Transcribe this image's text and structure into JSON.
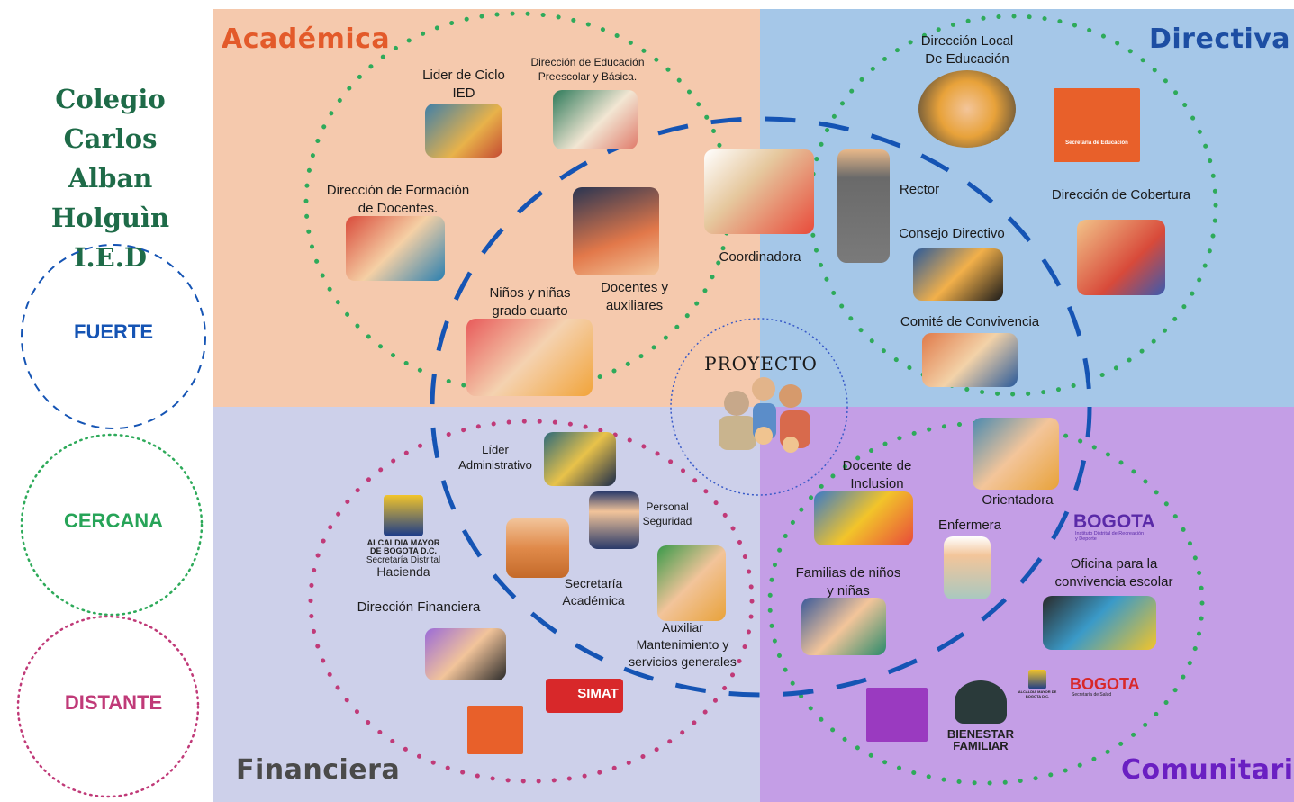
{
  "school": {
    "lines": [
      "Colegio",
      "Carlos",
      "Alban Holguìn",
      "I.E.D"
    ]
  },
  "legend": {
    "strong": "FUERTE",
    "close": "CERCANA",
    "distant": "DISTANTE"
  },
  "quadrants": {
    "academic": {
      "title": "Académica",
      "color": "#f5c9ad",
      "title_color": "#e35a2a"
    },
    "directive": {
      "title": "Directiva",
      "color": "#a5c7e8",
      "title_color": "#1d4ea3"
    },
    "financial": {
      "title": "Financiera",
      "color": "#cdd0ea",
      "title_color": "#4a4a4a"
    },
    "community": {
      "title": "Comunitaria",
      "color": "#c49ee6",
      "title_color": "#6a1fc2"
    }
  },
  "center": {
    "label": "PROYECTO"
  },
  "actors": {
    "lider_ciclo": "Lider de Ciclo\nIED",
    "dir_educacion_preescolar": "Dirección de Educación\nPreescolar y Básica.",
    "dir_formacion_docentes": "Dirección de Formación\nde Docentes.",
    "ninos_cuarto": "Niños y niñas\ngrado cuarto",
    "docentes_auxiliares": "Docentes y\nauxiliares",
    "coordinadora": "Coordinadora",
    "dir_local": "Dirección Local\nDe Educación",
    "rector": "Rector",
    "consejo_directivo": "Consejo Directivo",
    "dir_cobertura": "Dirección de Cobertura",
    "comite_convivencia": "Comité de Convivencia",
    "lider_administrativo": "Líder\nAdministrativo",
    "personal_seguridad": "Personal\nSeguridad",
    "secretaria_academica": "Secretaría\nAcadémica",
    "dir_financiera": "Dirección Financiera",
    "auxiliar_mantenimiento": "Auxiliar\nMantenimiento y\nservicios generales",
    "docente_inclusion": "Docente de\nInclusion",
    "orientadora": "Orientadora",
    "enfermera": "Enfermera",
    "familias": "Familias de niños\ny niñas",
    "oficina_convivencia": "Oficina para la\nconvivencia escolar"
  },
  "logos": {
    "hacienda": [
      "ALCALDIA MAYOR",
      "DE BOGOTA D.C.",
      "Secretaría Distrital",
      "Hacienda"
    ],
    "sed_directiva": "Secretaría de Educación",
    "simat": "SIMAT",
    "bogota_idrd": [
      "BOGOTA",
      "Instituto Distrital de Recreación y Deporte"
    ],
    "bienestar": [
      "BIENESTAR",
      "FAMILIAR"
    ],
    "bogota_salud": [
      "BOGOTA",
      "Secretaría de Salud"
    ],
    "alcaldia_small": "ALCALDIA MAYOR DE BOGOTA D.C."
  },
  "colors": {
    "strong_line": "#1554b4",
    "close_dots": "#2eaa5a",
    "distant_dots": "#c03a78",
    "school_text": "#1e6b48"
  }
}
